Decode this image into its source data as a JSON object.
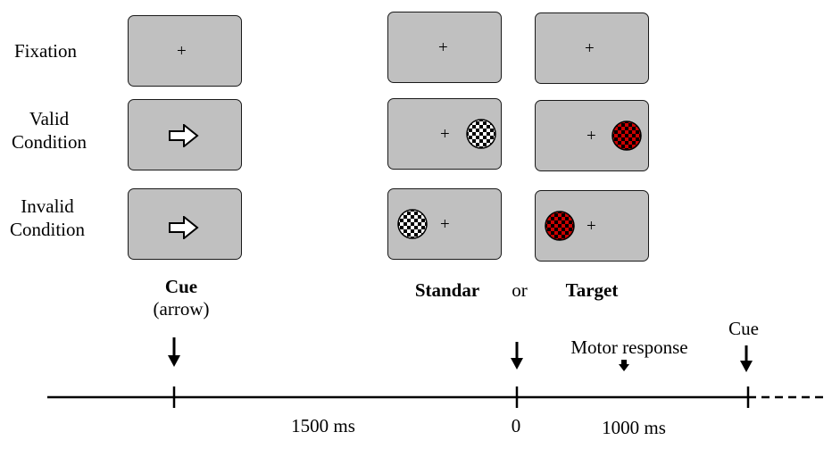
{
  "rows": {
    "fixation": "Fixation",
    "valid_line1": "Valid",
    "valid_line2": "Condition",
    "invalid_line1": "Invalid",
    "invalid_line2": "Condition"
  },
  "fixation_symbol": "+",
  "captions": {
    "cue": "Cue",
    "cue_sub": "(arrow)",
    "standard": "Standar",
    "or": "or",
    "target": "Target"
  },
  "timeline": {
    "cue_end": "Cue",
    "motor_response": "Motor response",
    "interval_1": "1500 ms",
    "zero": "0",
    "interval_2": "1000 ms"
  },
  "colors": {
    "screen_fill": "#c0c0c0",
    "standard_checker": "#000000",
    "target_checker": "#cc0000"
  }
}
